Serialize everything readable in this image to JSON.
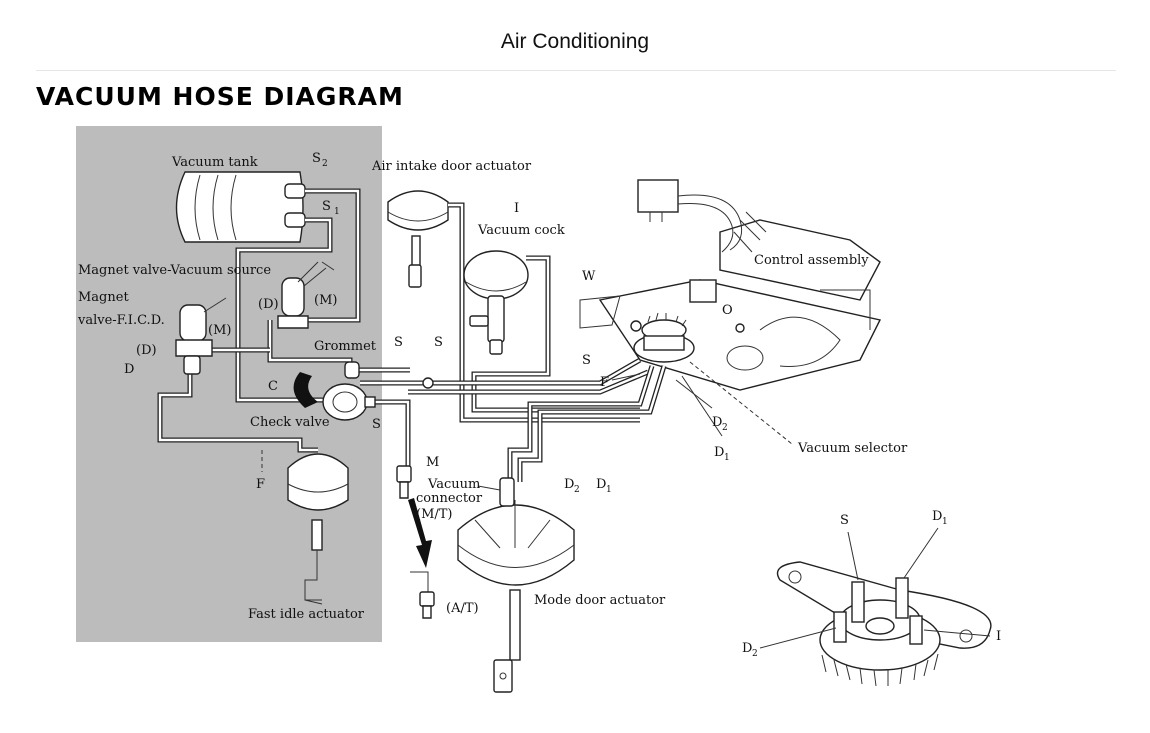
{
  "header": {
    "section": "Air Conditioning",
    "title": "VACUUM HOSE DIAGRAM"
  },
  "labels": {
    "vacuum_tank": "Vacuum tank",
    "s2": "S",
    "s2_sub": "2",
    "s1": "S",
    "s1_sub": "1",
    "air_intake_door_actuator": "Air intake door actuator",
    "i_top": "I",
    "vacuum_cock": "Vacuum cock",
    "magnet_valve_vacuum_source": "Magnet valve-Vacuum source",
    "magnet": "Magnet",
    "valve_ficd": "valve-F.I.C.D.",
    "d_m_valve": "(D)",
    "m_m_valve": "(M)",
    "m_ficd": "(M)",
    "d_ficd": "(D)",
    "d_left": "D",
    "grommet": "Grommet",
    "s_mid1": "S",
    "s_mid2": "S",
    "c": "C",
    "check_valve": "Check valve",
    "s_check": "S",
    "f_left": "F",
    "fast_idle_actuator": "Fast idle actuator",
    "m_conn": "M",
    "vacuum": "Vacuum",
    "connector": "connector",
    "mt": "(M/T)",
    "at": "(A/T)",
    "mode_door_actuator": "Mode door actuator",
    "d2_hose": "D",
    "d2_hose_sub": "2",
    "d1_hose": "D",
    "d1_hose_sub": "1",
    "w": "W",
    "control_assembly": "Control assembly",
    "o": "O",
    "s_sel": "S",
    "f_sel": "F",
    "d2_sel": "D",
    "d2_sel_sub": "2",
    "d1_sel": "D",
    "d1_sel_sub": "1",
    "vacuum_selector": "Vacuum selector",
    "s_detail": "S",
    "d1_detail": "D",
    "d1_detail_sub": "1",
    "d2_detail": "D",
    "d2_detail_sub": "2",
    "i_detail": "I"
  },
  "colors": {
    "engine_panel": "#bcbcbc",
    "line": "#222222"
  }
}
